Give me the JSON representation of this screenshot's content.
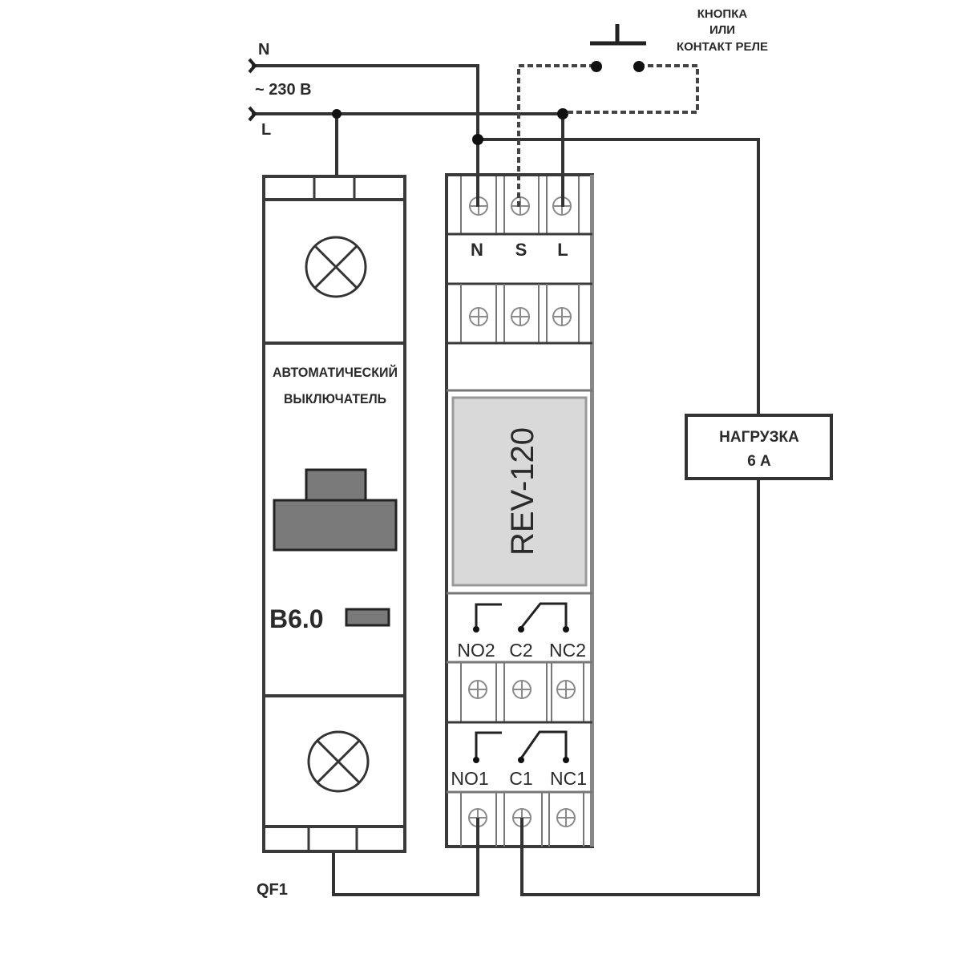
{
  "supply": {
    "neutral_label": "N",
    "voltage_label": "~ 230 В",
    "line_label": "L"
  },
  "button": {
    "label_line1": "КНОПКА",
    "label_line2": "ИЛИ",
    "label_line3": "КОНТАКТ РЕЛЕ"
  },
  "breaker": {
    "title_line1": "АВТОМАТИЧЕСКИЙ",
    "title_line2": "ВЫКЛЮЧАТЕЛЬ",
    "rating": "B6.0",
    "designator": "QF1"
  },
  "relay": {
    "model": "REV-120",
    "input_terminals": [
      "N",
      "S",
      "L"
    ],
    "contact_group_2": [
      "NO2",
      "C2",
      "NC2"
    ],
    "contact_group_1": [
      "NO1",
      "C1",
      "NC1"
    ]
  },
  "load": {
    "label_line1": "НАГРУЗКА",
    "label_line2": "6 А"
  },
  "colors": {
    "wire": "#333333",
    "device_outline": "#3a3a3a",
    "device_fill": "#ffffff",
    "display_fill": "#d9d9d9",
    "handle_fill": "#7a7a7a",
    "screw": "#8a8a8a"
  }
}
